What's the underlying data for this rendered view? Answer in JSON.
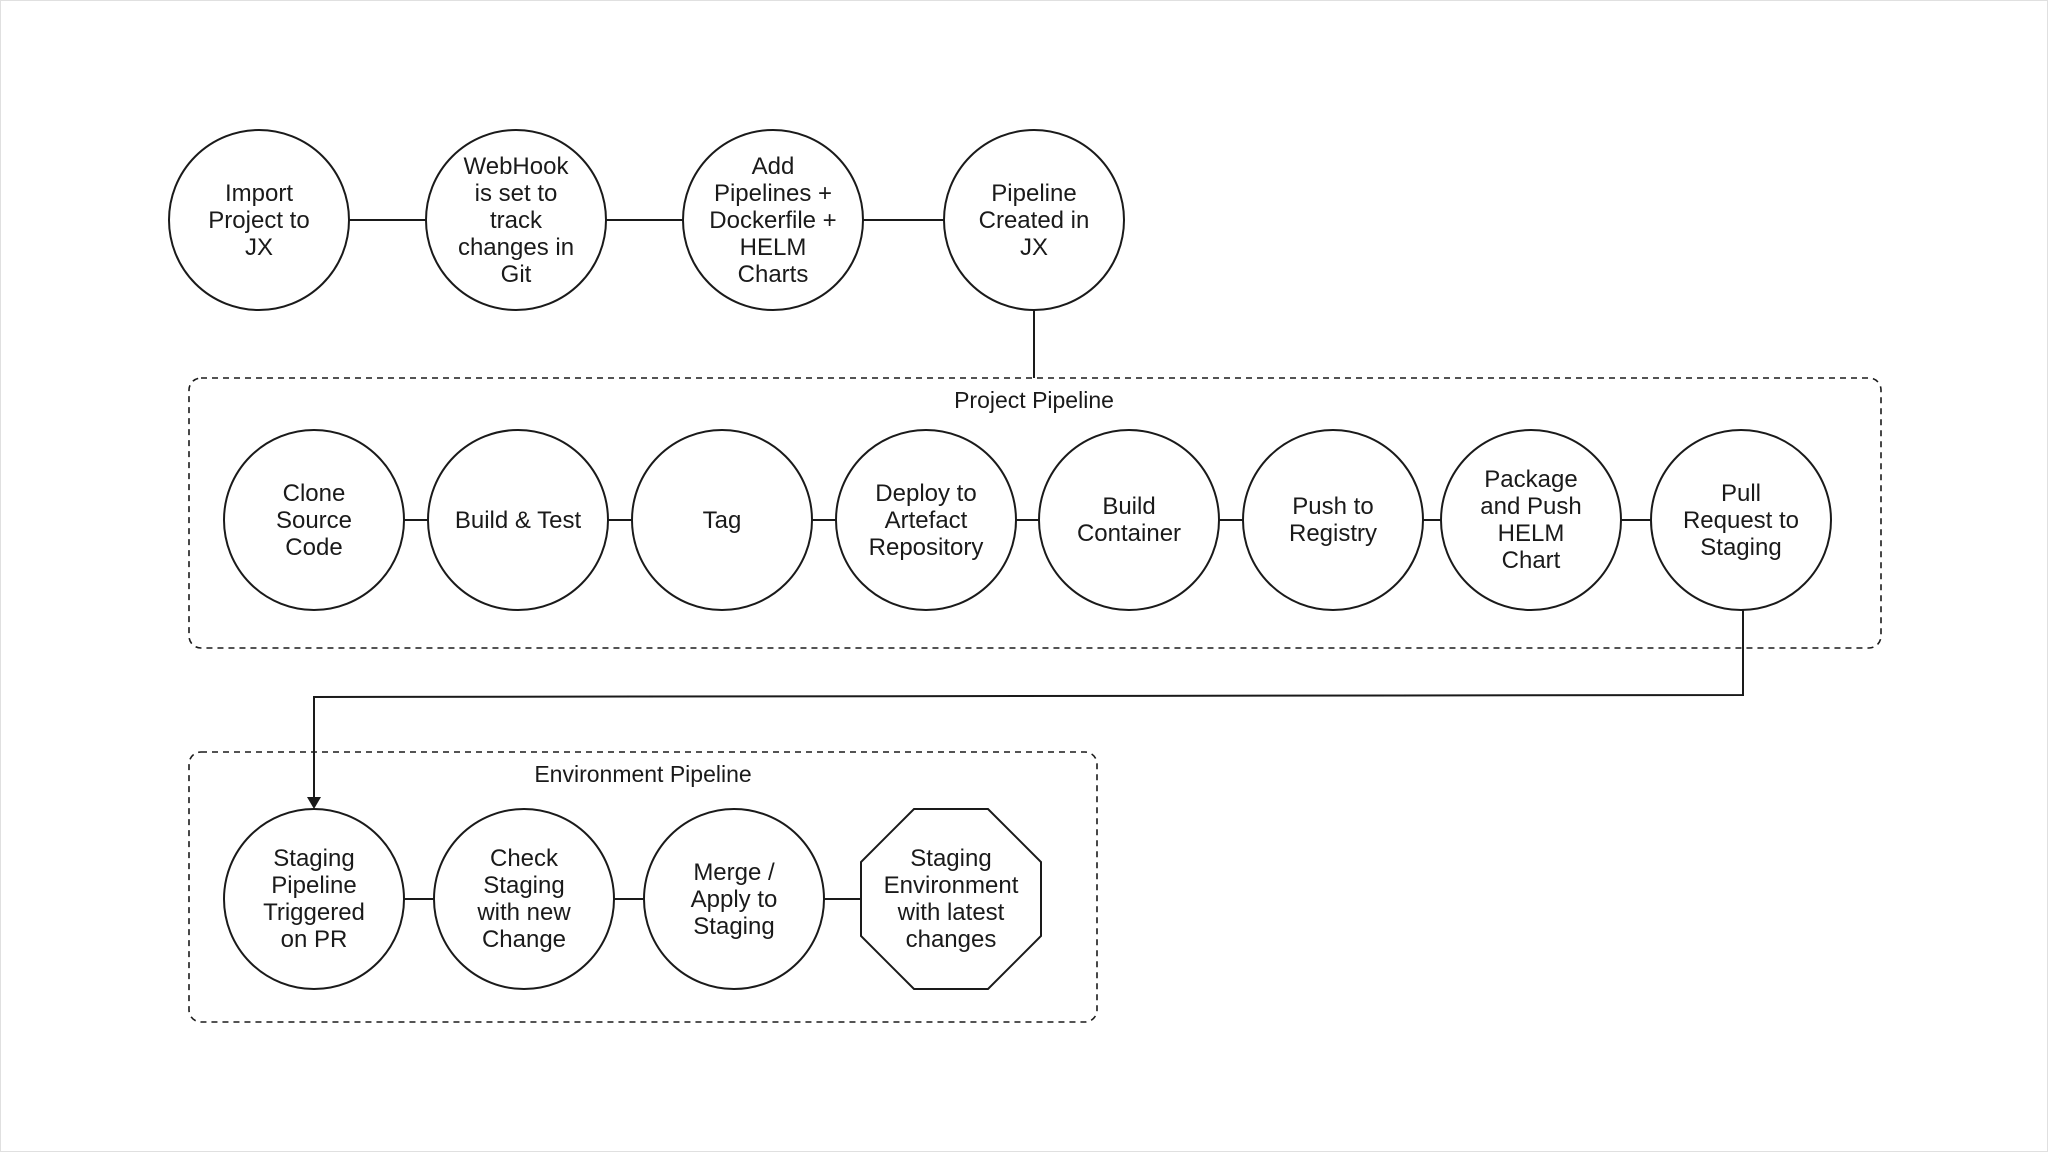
{
  "diagram": {
    "setup_flow": [
      {
        "id": "import-project",
        "label": "Import\nProject to\nJX"
      },
      {
        "id": "webhook",
        "label": "WebHook\nis set to\ntrack\nchanges in\nGit"
      },
      {
        "id": "add-pipelines",
        "label": "Add\nPipelines +\nDockerfile +\nHELM\nCharts"
      },
      {
        "id": "pipeline-created",
        "label": "Pipeline\nCreated in\nJX"
      }
    ],
    "project_pipeline": {
      "title": "Project Pipeline",
      "steps": [
        {
          "id": "clone-source",
          "label": "Clone\nSource\nCode"
        },
        {
          "id": "build-test",
          "label": "Build & Test"
        },
        {
          "id": "tag",
          "label": "Tag"
        },
        {
          "id": "deploy-artefact",
          "label": "Deploy to\nArtefact\nRepository"
        },
        {
          "id": "build-container",
          "label": "Build\nContainer"
        },
        {
          "id": "push-registry",
          "label": "Push to\nRegistry"
        },
        {
          "id": "package-helm",
          "label": "Package\nand Push\nHELM\nChart"
        },
        {
          "id": "pull-request",
          "label": "Pull\nRequest to\nStaging"
        }
      ]
    },
    "environment_pipeline": {
      "title": "Environment Pipeline",
      "steps": [
        {
          "id": "staging-triggered",
          "label": "Staging\nPipeline\nTriggered\non PR",
          "shape": "circle"
        },
        {
          "id": "check-staging",
          "label": "Check\nStaging\nwith new\nChange",
          "shape": "circle"
        },
        {
          "id": "merge-apply",
          "label": "Merge /\nApply to\nStaging",
          "shape": "circle"
        },
        {
          "id": "staging-env",
          "label": "Staging\nEnvironment\nwith latest\nchanges",
          "shape": "octagon"
        }
      ]
    }
  }
}
